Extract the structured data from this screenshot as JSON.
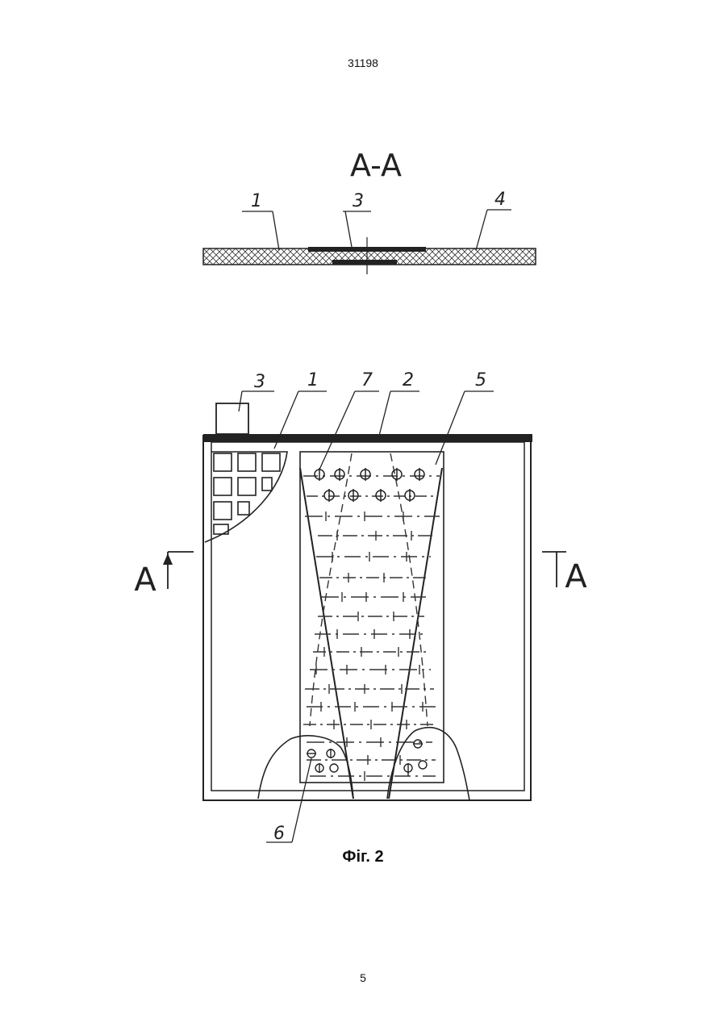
{
  "document": {
    "patent_number": "31198",
    "page_number": "5",
    "figure_caption": "Фіг. 2"
  },
  "section_view": {
    "label": "A-A",
    "callouts": [
      "1",
      "3",
      "4"
    ]
  },
  "main_view": {
    "callouts": [
      "3",
      "1",
      "7",
      "2",
      "5",
      "6"
    ],
    "section_marker_left": "A",
    "section_marker_right": "A"
  }
}
